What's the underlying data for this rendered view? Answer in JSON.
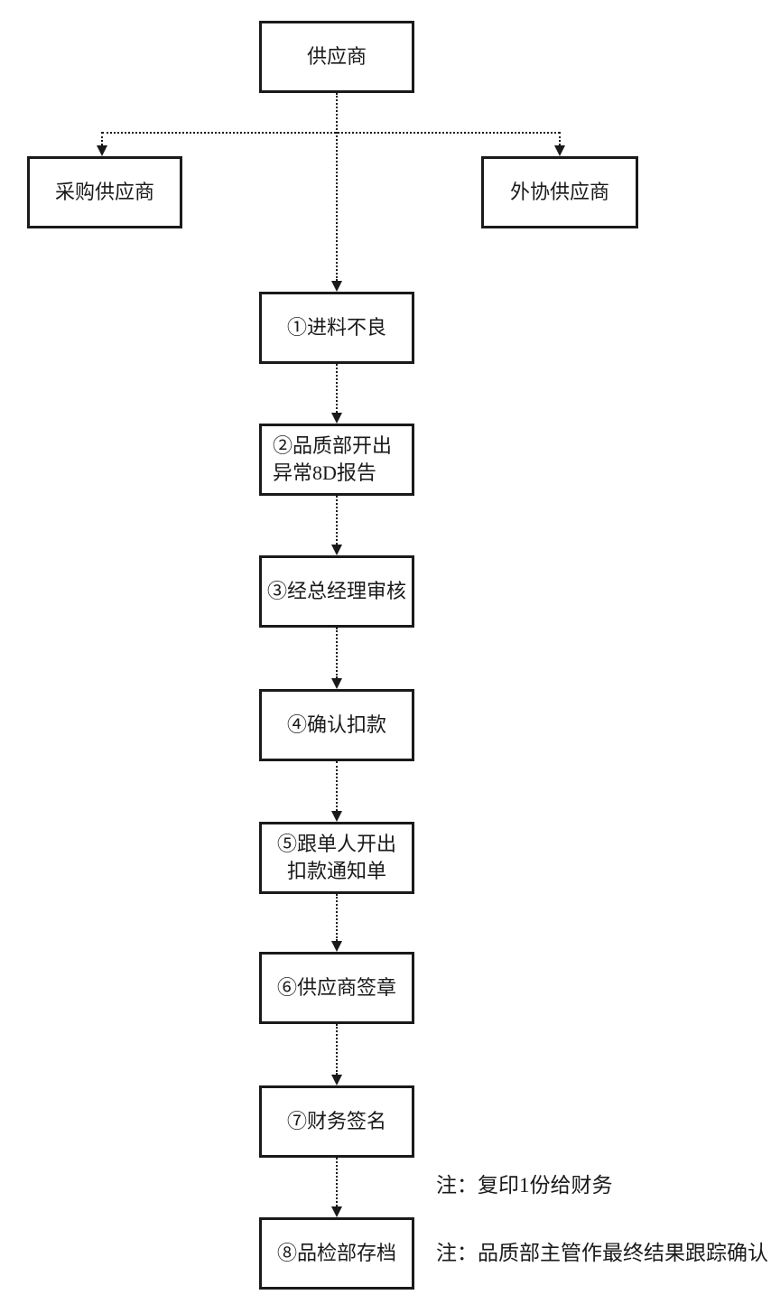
{
  "flowchart": {
    "top_node": {
      "label": "供应商"
    },
    "branches": [
      {
        "label": "采购供应商"
      },
      {
        "label": "外协供应商"
      }
    ],
    "steps": [
      {
        "label": "①进料不良"
      },
      {
        "label": "②品质部开出\n异常8D报告"
      },
      {
        "label": "③经总经理审核"
      },
      {
        "label": "④确认扣款"
      },
      {
        "label": "⑤跟单人开出\n扣款通知单"
      },
      {
        "label": "⑥供应商签章"
      },
      {
        "label": "⑦财务签名"
      },
      {
        "label": "⑧品检部存档"
      }
    ],
    "notes": [
      {
        "label": "注：复印1份给财务"
      },
      {
        "label": "注：品质部主管作最终结果跟踪确认"
      }
    ],
    "colors": {
      "line": "#1a1a1a",
      "text": "#1a1a1a",
      "background": "#ffffff"
    }
  }
}
